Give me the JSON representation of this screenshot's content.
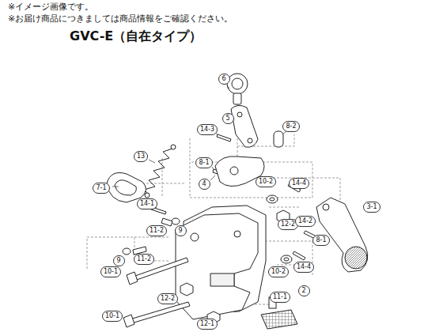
{
  "diagram": {
    "title": "GVC-E（自在タイプ）",
    "labels": [
      "※イメージ画像です。",
      "※お届け商品につきましては商品情報をご確認ください。",
      "6",
      "5",
      "14-3",
      "8-2",
      "8-1",
      "4",
      "13",
      "7-1",
      "14-1",
      "11-2",
      "9",
      "10-2",
      "14-4",
      "9",
      "11-2",
      "12-2",
      "14-2",
      "8-1",
      "3-1",
      "10-1",
      "10-2",
      "14-4",
      "12-2",
      "11-1",
      "2",
      "10-1",
      "12-1"
    ]
  }
}
